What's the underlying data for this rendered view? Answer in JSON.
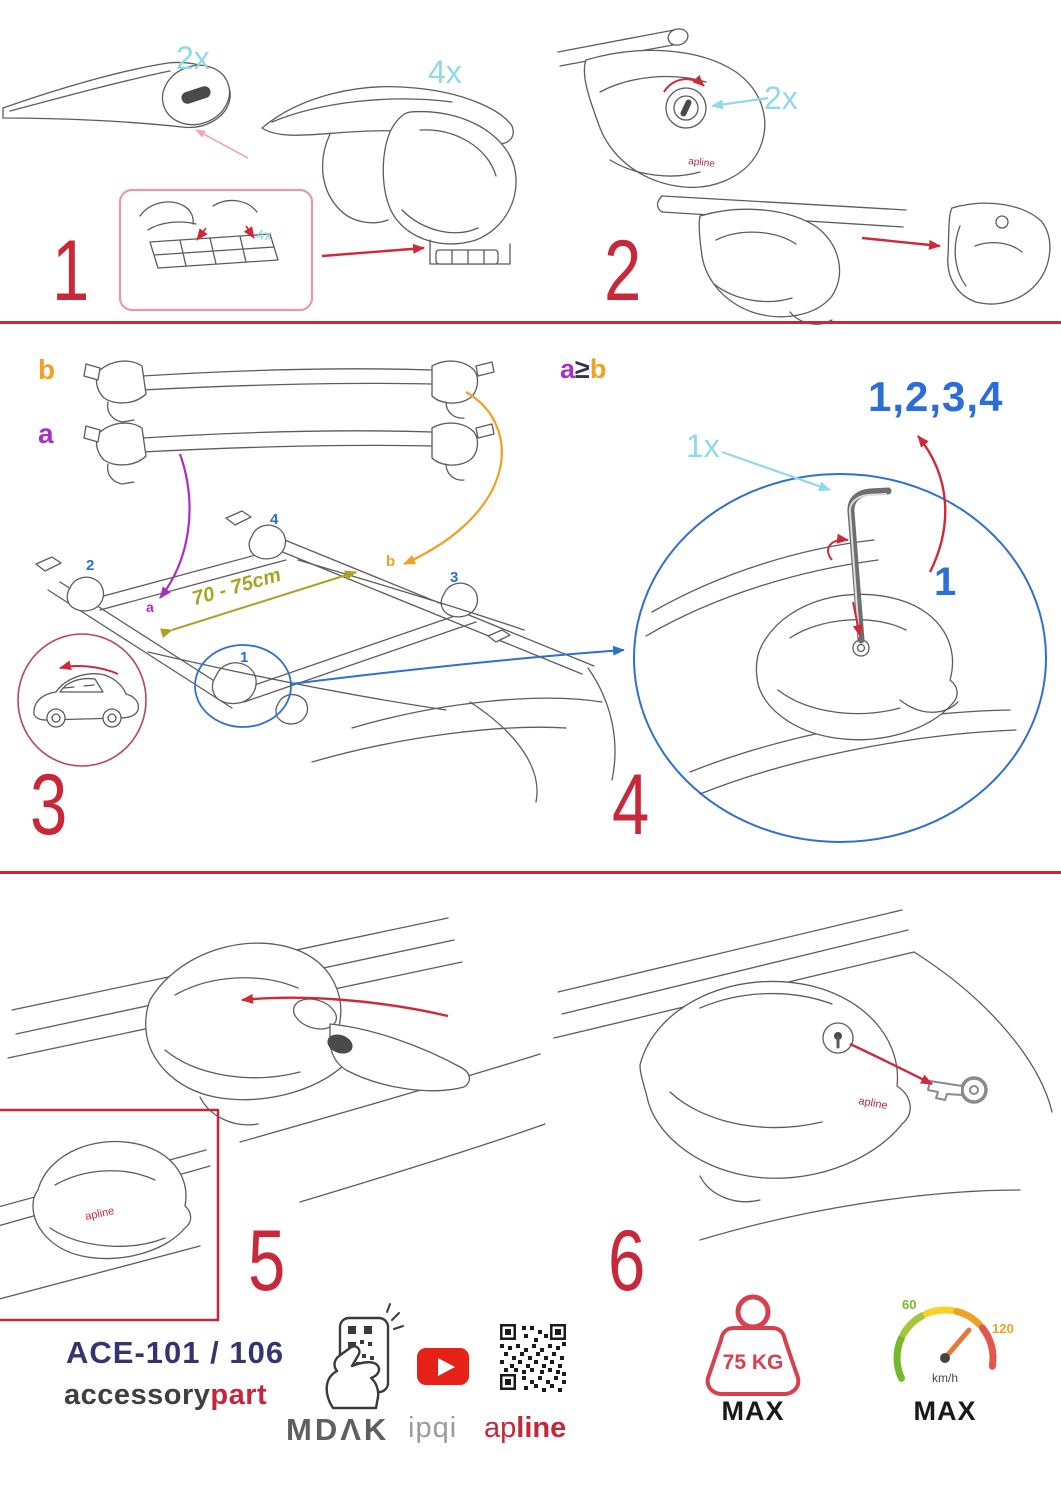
{
  "colors": {
    "red": "#c8293a",
    "cyan": "#8fd9ea",
    "blue": "#2b6fd6",
    "purple": "#a62fc4",
    "orange": "#f0a125",
    "olive": "#a9a325",
    "navy": "#35346f",
    "youtube_red": "#e62117",
    "gauge_green": "#76b82a"
  },
  "brand": {
    "apline": "apline"
  },
  "step1": {
    "number": "1",
    "bar_qty": "2x",
    "foot_qty": "4x",
    "pad_qty": "4x"
  },
  "step2": {
    "number": "2",
    "lock_qty": "2x"
  },
  "step3": {
    "number": "3",
    "bar_b": "b",
    "bar_a": "a",
    "distance": "70 - 75cm",
    "roof": {
      "p1": "1",
      "p2": "2",
      "p3": "3",
      "p4": "4",
      "a": "a",
      "b": "b"
    }
  },
  "step4": {
    "number": "4",
    "rule_a": "a",
    "rule_op": "≥",
    "rule_b": "b",
    "sequence": "1,2,3,4",
    "key_qty": "1x",
    "callout": "1"
  },
  "step5": {
    "number": "5"
  },
  "step6": {
    "number": "6"
  },
  "footer": {
    "model": "ACE-101 / 106",
    "brand_accessory": "accessory",
    "brand_part": "part",
    "mdak": "MDΛK",
    "ipqi": "ipqi",
    "apline_ap": "ap",
    "apline_line": "line",
    "weight_value": "75 KG",
    "weight_max": "MAX",
    "speed_low": "60",
    "speed_high": "120",
    "speed_unit": "km/h",
    "speed_max": "MAX"
  }
}
